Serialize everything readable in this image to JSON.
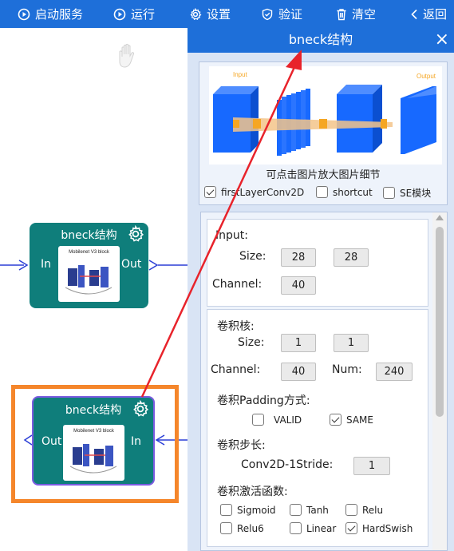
{
  "toolbar": {
    "start_service": "启动服务",
    "run": "运行",
    "settings": "设置",
    "verify": "验证",
    "clear": "清空",
    "back": "返回"
  },
  "canvas": {
    "node_top": {
      "title": "bneck结构",
      "thumb_caption": "Mobilenet V3 block",
      "port_in": "In",
      "port_out": "Out"
    },
    "node_bottom": {
      "title": "bneck结构",
      "thumb_caption": "Mobilenet V3 block",
      "port_in": "In",
      "port_out": "Out"
    }
  },
  "panel": {
    "title": "bneck结构",
    "close": "×",
    "preview": {
      "input_label": "Input",
      "output_label": "Output",
      "hint": "可点击图片放大图片细节",
      "options": [
        {
          "label": "firstLayerConv2D",
          "checked": true
        },
        {
          "label": "shortcut",
          "checked": false
        },
        {
          "label": "SE模块",
          "checked": false
        }
      ]
    },
    "input_section": {
      "heading": "Input:",
      "size_label": "Size:",
      "size_w": "28",
      "size_h": "28",
      "channel_label": "Channel:",
      "channel": "40"
    },
    "kernel_section": {
      "heading": "卷积核:",
      "size_label": "Size:",
      "size_w": "1",
      "size_h": "1",
      "channel_label": "Channel:",
      "channel": "40",
      "num_label": "Num:",
      "num": "240",
      "padding_heading": "卷积Padding方式:",
      "padding_options": [
        {
          "label": "VALID",
          "checked": false
        },
        {
          "label": "SAME",
          "checked": true
        }
      ],
      "stride_heading": "卷积步长:",
      "stride_label": "Conv2D-1Stride:",
      "stride": "1",
      "activation_heading": "卷积激活函数:",
      "activations": [
        {
          "label": "Sigmoid",
          "checked": false
        },
        {
          "label": "Tanh",
          "checked": false
        },
        {
          "label": "Relu",
          "checked": false
        },
        {
          "label": "Relu6",
          "checked": false
        },
        {
          "label": "Linear",
          "checked": false
        },
        {
          "label": "HardSwish",
          "checked": true
        }
      ]
    }
  },
  "colors": {
    "toolbar": "#1e6fd9",
    "node": "#0f7e7b",
    "selection_orange": "#f5862b",
    "selection_purple": "#7b5be0",
    "arrow_red": "#e8232b",
    "edge_blue": "#2b3fd6"
  }
}
